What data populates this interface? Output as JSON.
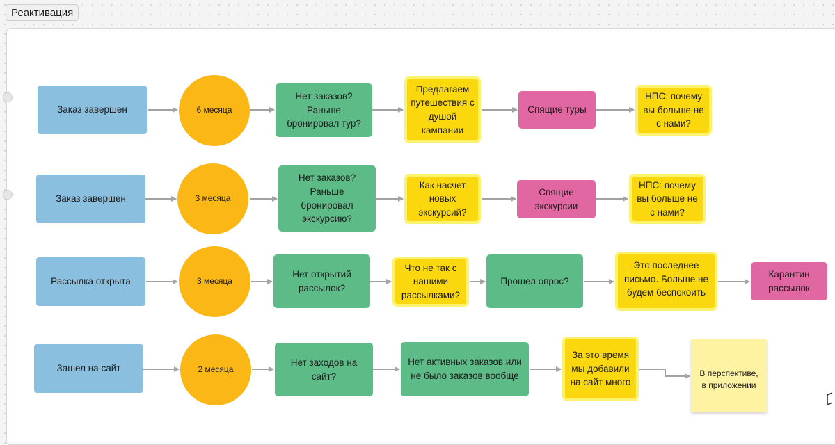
{
  "board": {
    "title": "Реактивация"
  },
  "rows": [
    {
      "start": "Заказ завершен",
      "delay": "6 месяца",
      "condition": "Нет заказов? Раньше бронировал тур?",
      "message": "Предлагаем путешествия с душой кампании",
      "segment": "Спящие туры",
      "survey": "НПС: почему вы больше не с нами?"
    },
    {
      "start": "Заказ завершен",
      "delay": "3 месяца",
      "condition": "Нет заказов? Раньше бронировал экскурсию?",
      "message": "Как насчет новых экскурсий?",
      "segment": "Спящие экскурсии",
      "survey": "НПС: почему вы больше не с нами?"
    },
    {
      "start": "Рассылка открыта",
      "delay": "3 месяца",
      "condition": "Нет открытий рассылок?",
      "question": "Что не так с нашими рассылками?",
      "check": "Прошел опрос?",
      "farewell": "Это последнее письмо. Больше не будем беспокоить",
      "quarantine": "Карантин рассылок"
    },
    {
      "start": "Зашел на сайт",
      "delay": "2 месяца",
      "condition": "Нет заходов на сайт?",
      "condition2": "Нет активных заказов или не было заказов вообще",
      "message": "За это время мы добавили на сайт много",
      "note": "В перспективе, в приложении"
    }
  ],
  "colors": {
    "start": "#8bbfdf",
    "delay": "#fbb715",
    "condition": "#5cbb87",
    "message": "#fbd80d",
    "segment": "#e067a1",
    "note": "#fdf3a3"
  }
}
